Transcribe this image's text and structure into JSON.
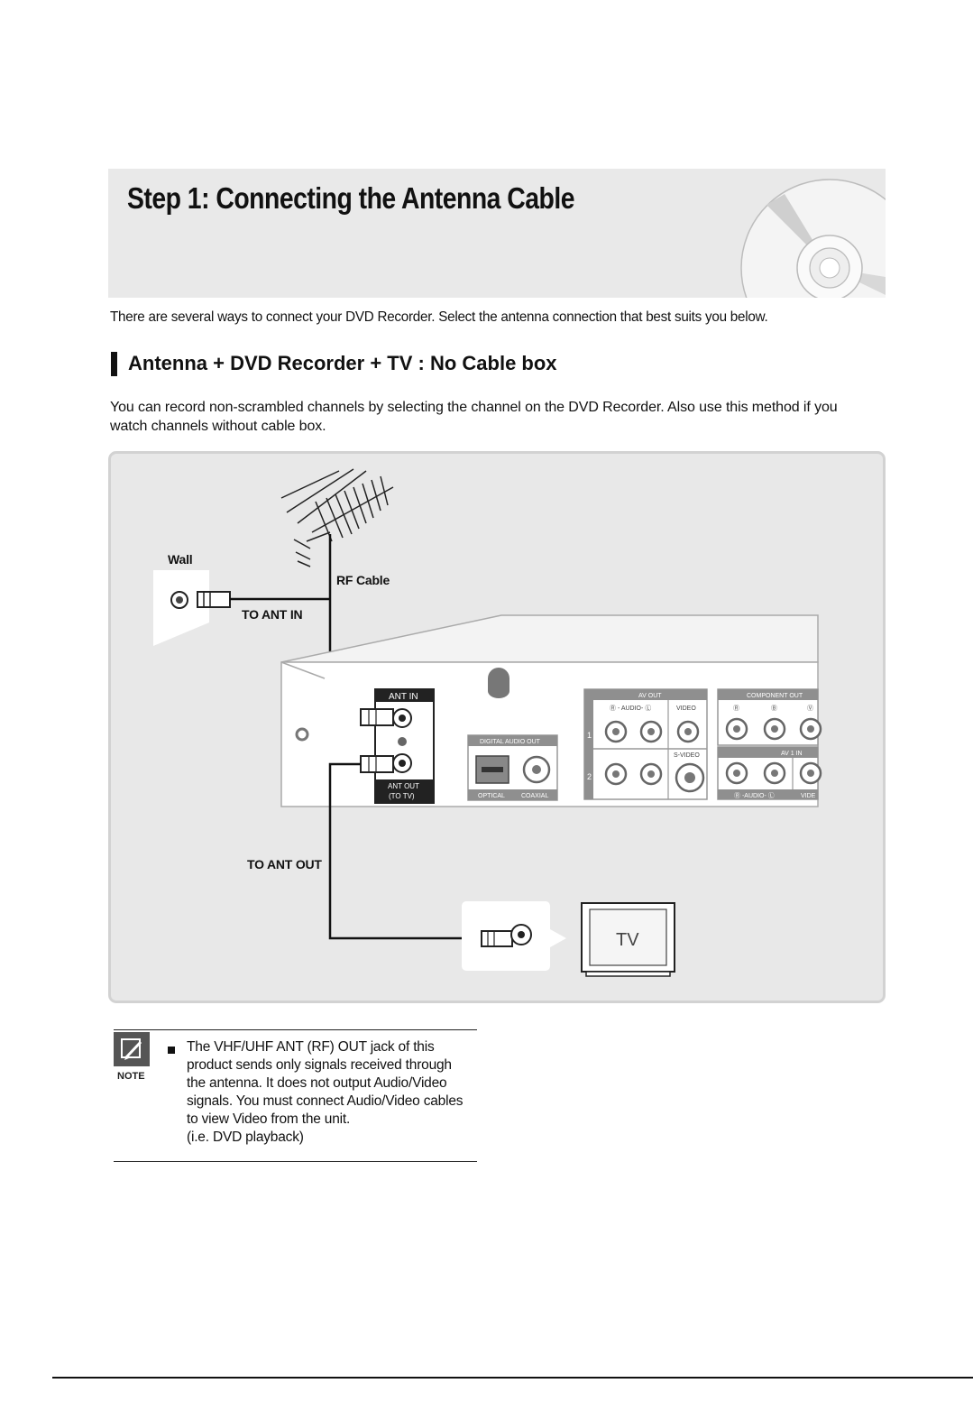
{
  "banner": {
    "title": "Step 1: Connecting the Antenna Cable"
  },
  "intro": "There are several ways to connect your DVD Recorder. Select the antenna connection that best suits you below.",
  "section": {
    "heading": "Antenna + DVD Recorder + TV : No Cable box",
    "description": "You can record non-scrambled channels by selecting the channel on the DVD Recorder. Also use this method if you watch channels without cable box."
  },
  "diagram": {
    "wall": "Wall",
    "rf_cable": "RF Cable",
    "to_ant_in": "TO ANT IN",
    "to_ant_out": "TO ANT OUT",
    "tv": "TV",
    "ant_in": "ANT IN",
    "ant_out_1": "ANT OUT",
    "ant_out_2": "(TO TV)",
    "digital_audio_out": "DIGITAL AUDIO OUT",
    "optical": "OPTICAL",
    "coaxial": "COAXIAL",
    "av_out": "AV OUT",
    "audio_rl": "Ⓡ - AUDIO- Ⓛ",
    "video": "VIDEO",
    "s_video": "S-VIDEO",
    "row_1": "1",
    "row_2": "2",
    "component_out": "COMPONENT OUT",
    "comp_pr": "Ⓡ",
    "comp_pb": "Ⓑ",
    "comp_y": "Ⓥ",
    "av1_in": "AV 1 IN",
    "av1_audio": "Ⓡ -AUDIO- Ⓛ",
    "av1_video": "VIDE"
  },
  "note": {
    "label": "NOTE",
    "lines": [
      "The VHF/UHF ANT (RF) OUT jack of this",
      "product sends only signals received through",
      "the antenna. It does not output Audio/Video",
      "signals. You must connect Audio/Video cables",
      "to view Video from the unit.",
      "(i.e. DVD playback)"
    ]
  }
}
